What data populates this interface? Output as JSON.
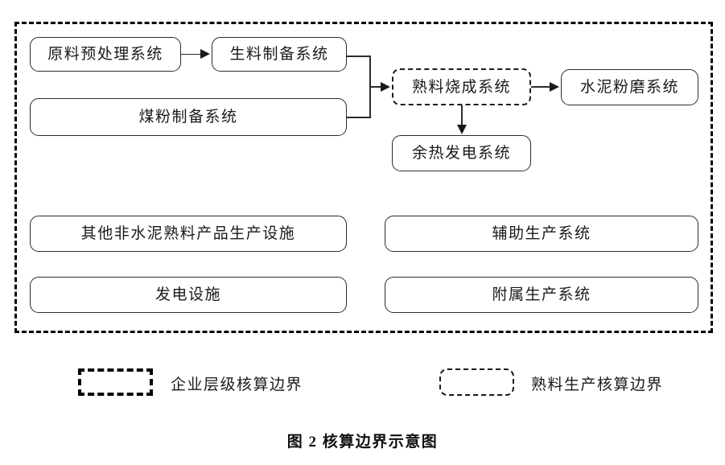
{
  "figure": {
    "caption": "图 2  核算边界示意图"
  },
  "boundaries": {
    "enterprise": {
      "name": "企业层级核算边界",
      "style": "thick-dashed"
    },
    "clinker": {
      "name": "熟料生产核算边界",
      "style": "thin-dashed-rounded"
    }
  },
  "legend": {
    "items": [
      {
        "swatch": "thick-dashed",
        "label": "企业层级核算边界"
      },
      {
        "swatch": "thin-dashed-rounded",
        "label": "熟料生产核算边界"
      }
    ]
  },
  "nodes": [
    {
      "id": "raw-material-pretreatment",
      "label": "原料预处理系统",
      "style": "solid"
    },
    {
      "id": "raw-meal-preparation",
      "label": "生料制备系统",
      "style": "solid"
    },
    {
      "id": "coal-powder-preparation",
      "label": "煤粉制备系统",
      "style": "solid"
    },
    {
      "id": "clinker-calcination",
      "label": "熟料烧成系统",
      "style": "dashed"
    },
    {
      "id": "cement-grinding",
      "label": "水泥粉磨系统",
      "style": "solid"
    },
    {
      "id": "waste-heat-power",
      "label": "余热发电系统",
      "style": "solid"
    },
    {
      "id": "other-non-cement-clinker-facility",
      "label": "其他非水泥熟料产品生产设施",
      "style": "solid"
    },
    {
      "id": "auxiliary-production",
      "label": "辅助生产系统",
      "style": "solid"
    },
    {
      "id": "power-generation-facility",
      "label": "发电设施",
      "style": "solid"
    },
    {
      "id": "ancillary-production",
      "label": "附属生产系统",
      "style": "solid"
    }
  ],
  "edges": [
    {
      "from": "raw-material-pretreatment",
      "to": "raw-meal-preparation",
      "direction": "right"
    },
    {
      "from": "raw-meal-preparation",
      "to": "clinker-calcination",
      "direction": "right"
    },
    {
      "from": "coal-powder-preparation",
      "to": "clinker-calcination",
      "direction": "right"
    },
    {
      "from": "clinker-calcination",
      "to": "cement-grinding",
      "direction": "right"
    },
    {
      "from": "clinker-calcination",
      "to": "waste-heat-power",
      "direction": "down"
    }
  ],
  "colors": {
    "stroke": "#2b2b2b",
    "boundary": "#000000",
    "text": "#1a1a1a",
    "background": "#ffffff"
  }
}
